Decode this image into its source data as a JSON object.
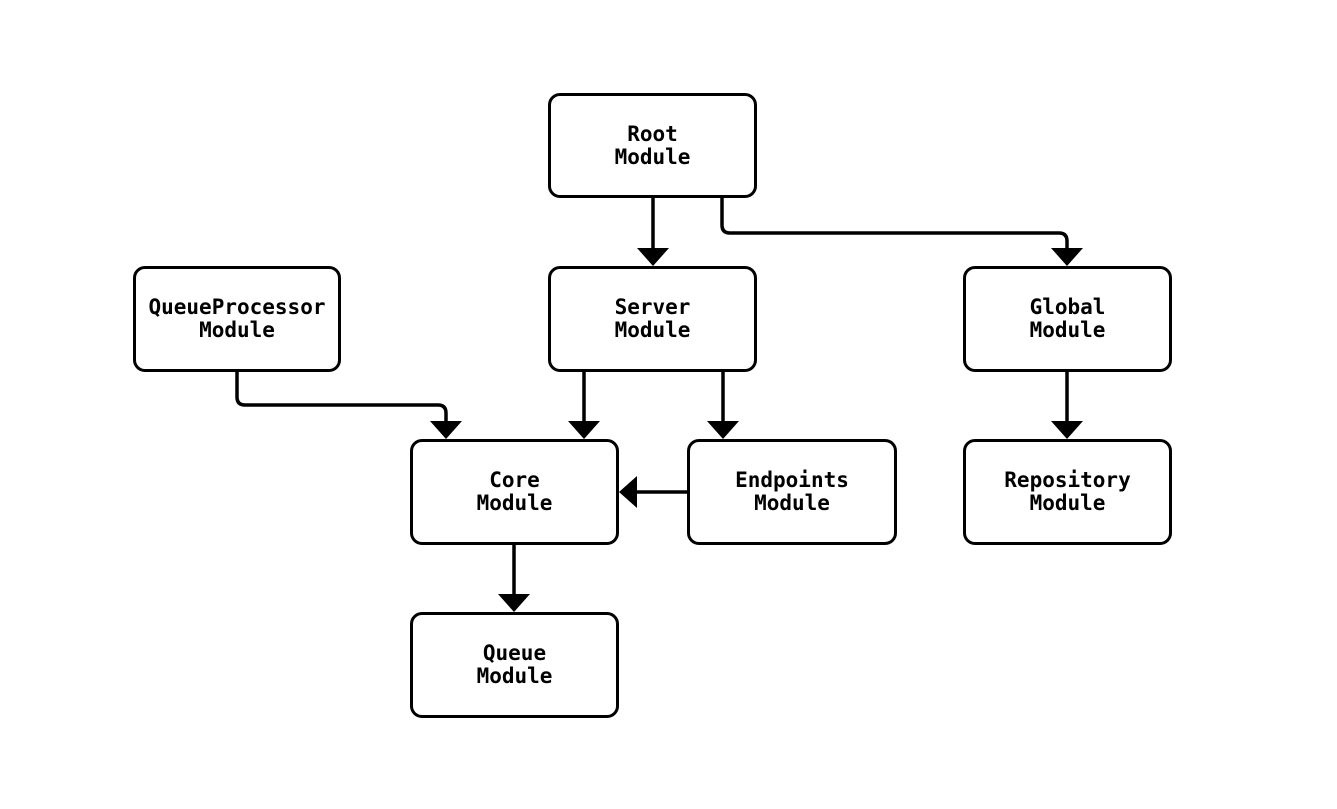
{
  "diagram": {
    "type": "flowchart",
    "direction": "top-down",
    "nodes": [
      {
        "id": "root",
        "label": "Root\nModule"
      },
      {
        "id": "server",
        "label": "Server\nModule"
      },
      {
        "id": "queueprocessor",
        "label": "QueueProcessor\nModule"
      },
      {
        "id": "global",
        "label": "Global\nModule"
      },
      {
        "id": "core",
        "label": "Core\nModule"
      },
      {
        "id": "endpoints",
        "label": "Endpoints\nModule"
      },
      {
        "id": "repository",
        "label": "Repository\nModule"
      },
      {
        "id": "queue",
        "label": "Queue\nModule"
      }
    ],
    "edges": [
      {
        "from": "Root Module",
        "to": "Server Module"
      },
      {
        "from": "Root Module",
        "to": "Global Module"
      },
      {
        "from": "QueueProcessor Module",
        "to": "Core Module"
      },
      {
        "from": "Server Module",
        "to": "Core Module"
      },
      {
        "from": "Server Module",
        "to": "Endpoints Module"
      },
      {
        "from": "Endpoints Module",
        "to": "Core Module"
      },
      {
        "from": "Core Module",
        "to": "Queue Module"
      },
      {
        "from": "Global Module",
        "to": "Repository Module"
      }
    ],
    "colors": {
      "background": "#ffffff",
      "node_fill": "#ffffff",
      "node_border": "#000000",
      "edge": "#000000",
      "text": "#000000"
    }
  }
}
